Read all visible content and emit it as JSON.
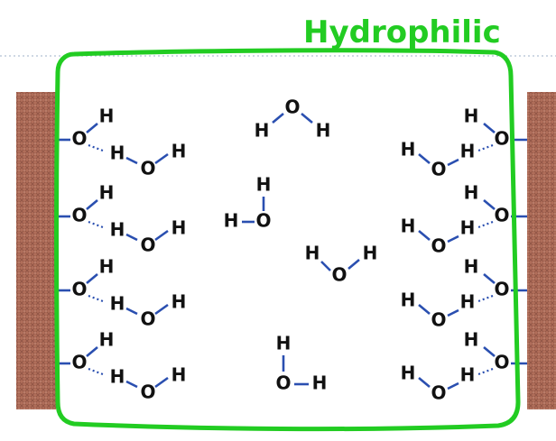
{
  "annotation": {
    "text": "Hydrophilic"
  },
  "colors": {
    "annotation": "#22cc22",
    "surface": "#b06e5a",
    "surface_dark": "#7a4234",
    "bond": "#2a4fb0",
    "hbond": "#2a4fb0",
    "atom_text": "#111111",
    "guide_line": "#9fb0c8"
  },
  "labels": {
    "oxygen": "O",
    "hydrogen": "H"
  }
}
